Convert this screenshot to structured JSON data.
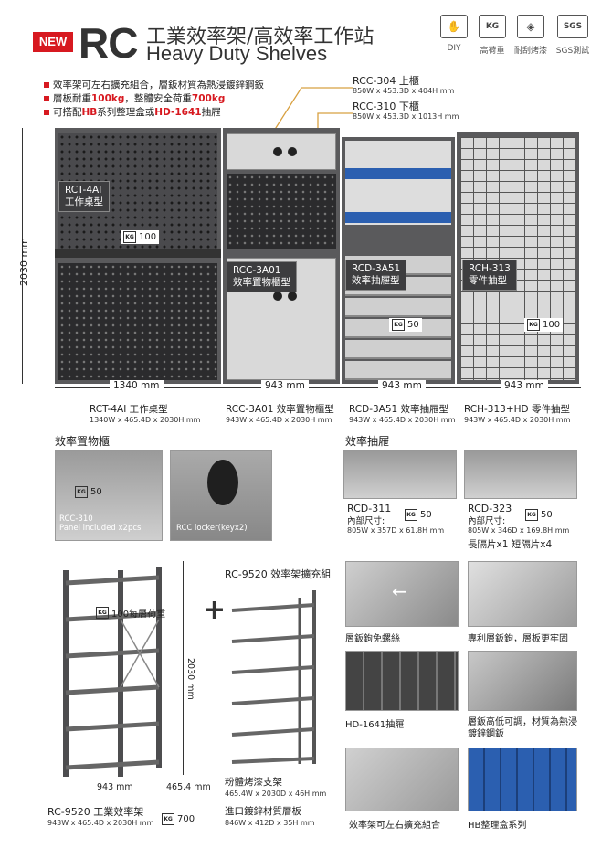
{
  "header": {
    "badge": "NEW",
    "model": "RC",
    "title_zh": "工業效率架/高效率工作站",
    "title_en": "Heavy Duty Shelves",
    "icons": [
      {
        "name": "diy-icon",
        "glyph": "✋",
        "caption": "DIY"
      },
      {
        "name": "load-icon",
        "glyph": "KG",
        "caption": "高荷重"
      },
      {
        "name": "paint-icon",
        "glyph": "◈",
        "caption": "耐刮烤漆"
      },
      {
        "name": "sgs-icon",
        "glyph": "SGS",
        "caption": "SGS測試"
      }
    ]
  },
  "bullets": [
    {
      "pre": "效率架可左右擴充組合，層鈑材質為熱浸鍍鋅鋼鈑",
      "hl1": "",
      "mid": "",
      "hl2": "",
      "post": ""
    },
    {
      "pre": "層板耐重",
      "hl1": "100kg",
      "mid": "，整體安全荷重",
      "hl2": "700kg",
      "post": ""
    },
    {
      "pre": "可搭配",
      "hl1": "HB",
      "mid": "系列整理盒或",
      "hl2": "HD-1641",
      "post": "抽屜"
    }
  ],
  "callouts": {
    "rcc304_code": "RCC-304 上櫃",
    "rcc304_dim": "850W x 453.3D x 404H mm",
    "rcc310_code": "RCC-310 下櫃",
    "rcc310_dim": "850W x 453.3D x 1013H mm"
  },
  "overview": {
    "height_label": "2030 mm",
    "units": [
      {
        "label_code": "RCT-4AI",
        "label_zh": "工作桌型",
        "kg": "100",
        "width": "1340 mm",
        "name": "RCT-4AI 工作桌型",
        "dim": "1340W x 465.4D x 2030H mm"
      },
      {
        "label_code": "RCC-3A01",
        "label_zh": "效率置物櫃型",
        "kg": "",
        "width": "943 mm",
        "name": "RCC-3A01 效率置物櫃型",
        "dim": "943W x 465.4D x 2030H mm"
      },
      {
        "label_code": "RCD-3A51",
        "label_zh": "效率抽屜型",
        "kg": "50",
        "width": "943 mm",
        "name": "RCD-3A51 效率抽屜型",
        "dim": "943W x 465.4D x 2030H mm"
      },
      {
        "label_code": "RCH-313",
        "label_zh": "零件抽型",
        "kg": "100",
        "width": "943 mm",
        "name": "RCH-313+HD 零件抽型",
        "dim": "943W x 465.4D x 2030H mm"
      }
    ]
  },
  "cabinet_section": {
    "title": "效率置物櫃",
    "photo1_kg": "50",
    "photo1_cap1": "RCC-310",
    "photo1_cap2": "Panel included x2pcs",
    "photo2_cap": "RCC locker(keyx2)"
  },
  "drawer_section": {
    "title": "效率抽屜",
    "d1_code": "RCD-311",
    "d1_inner": "內部尺寸:",
    "d1_kg": "50",
    "d1_dim": "805W x 357D x 61.8H mm",
    "d2_code": "RCD-323",
    "d2_inner": "內部尺寸:",
    "d2_kg": "50",
    "d2_dim": "805W x 346D x 169.8H mm",
    "d2_parts": "長隔片x1  短隔片x4"
  },
  "rack": {
    "kg_label": "100每層荷重",
    "height": "2030 mm",
    "width": "943 mm",
    "depth": "465.4 mm",
    "name": "RC-9520 工業效率架",
    "dim": "943W x 465.4D x 2030H mm",
    "total_kg": "700",
    "plus": "+",
    "ext_name": "RC-9520 效率架擴充組",
    "post_name": "粉體烤漆支架",
    "post_dim": "465.4W x 2030D x 46H mm",
    "shelf_name": "進口鍍鋅材質層板",
    "shelf_dim": "846W x 412D x 35H mm"
  },
  "features": [
    {
      "caption": "層鈑鉤免螺絲"
    },
    {
      "caption": "專利層鈑鉤，層板更牢固"
    },
    {
      "caption": "HD-1641抽屜"
    },
    {
      "caption": "層鈑高低可調，材質為熱浸鍍鋅鋼鈑"
    },
    {
      "caption": "效率架可左右擴充組合"
    },
    {
      "caption": "HB整理盒系列"
    }
  ]
}
